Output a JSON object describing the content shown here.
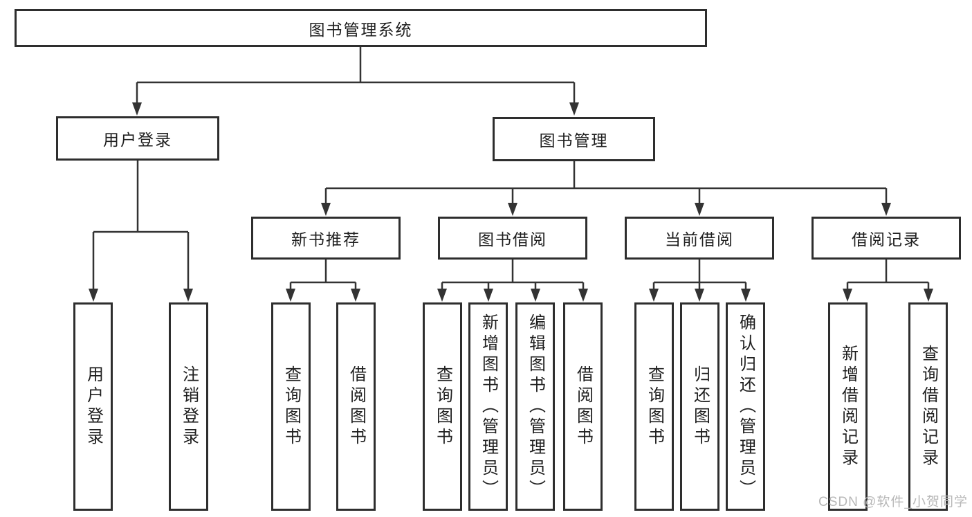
{
  "tree": {
    "root": {
      "label": "图书管理系统"
    },
    "branches": [
      {
        "label": "用户登录",
        "children": [
          {
            "label": "用户登录"
          },
          {
            "label": "注销登录"
          }
        ]
      },
      {
        "label": "图书管理",
        "children": [
          {
            "label": "新书推荐",
            "children": [
              {
                "label": "查询图书"
              },
              {
                "label": "借阅图书"
              }
            ]
          },
          {
            "label": "图书借阅",
            "children": [
              {
                "label": "查询图书"
              },
              {
                "label": "新增图书（管理员）"
              },
              {
                "label": "编辑图书（管理员）"
              },
              {
                "label": "借阅图书"
              }
            ]
          },
          {
            "label": "当前借阅",
            "children": [
              {
                "label": "查询图书"
              },
              {
                "label": "归还图书"
              },
              {
                "label": "确认归还（管理员）"
              }
            ]
          },
          {
            "label": "借阅记录",
            "children": [
              {
                "label": "新增借阅记录"
              },
              {
                "label": "查询借阅记录"
              }
            ]
          }
        ]
      }
    ]
  },
  "watermark": {
    "text": "CSDN @软件_小贺同学"
  },
  "colors": {
    "line": "#333333",
    "border": "#2e2e2e",
    "text": "#1f1f1f",
    "background": "#ffffff",
    "watermark": "#b8b8b8"
  }
}
